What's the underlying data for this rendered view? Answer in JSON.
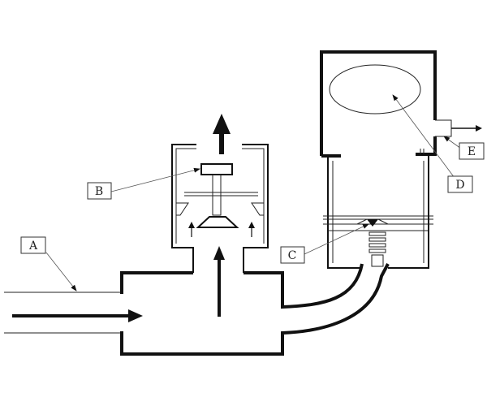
{
  "labels": {
    "a": "A",
    "b": "B",
    "c": "C",
    "d": "D",
    "e": "E"
  },
  "colors": {
    "line": "#111111",
    "background": "#ffffff"
  }
}
